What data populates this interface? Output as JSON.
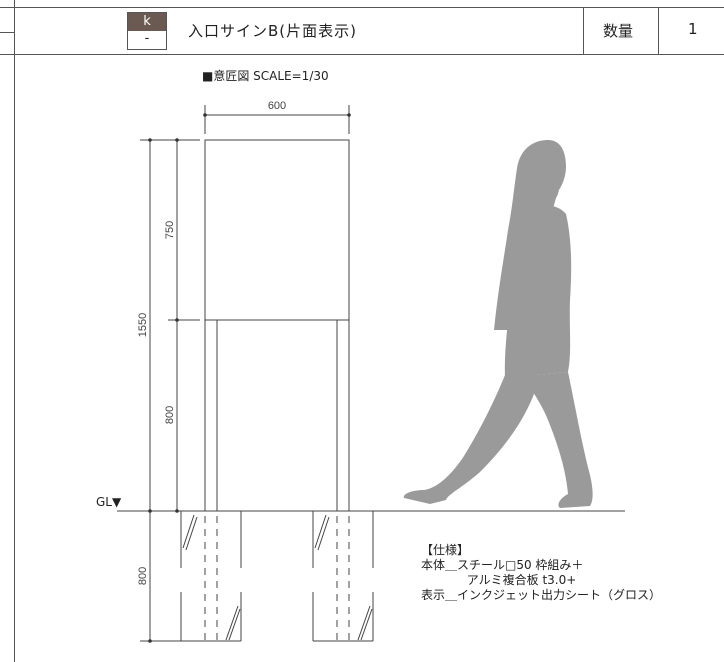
{
  "header": {
    "code_top": "k",
    "code_bottom": "-",
    "title": "入口サインB(片面表示)",
    "quantity_label": "数量",
    "quantity_value": "1"
  },
  "drawing": {
    "subtitle": "■意匠図  SCALE=1/30",
    "dim_width": "600",
    "dim_total_height": "1550",
    "dim_panel_height": "750",
    "dim_post_height": "800",
    "dim_foundation_depth": "800",
    "ground_label": "GL▼"
  },
  "spec": {
    "heading": "【仕様】",
    "line1": "本体＿スチール□50 枠組み＋",
    "line2": "            アルミ複合板 t3.0+",
    "line3": "表示＿インクジェット出力シート（グロス）"
  },
  "colors": {
    "silhouette": "#9a9a9a",
    "code_bg": "#6b5a52"
  },
  "icons": {
    "person": "person-silhouette-icon"
  }
}
